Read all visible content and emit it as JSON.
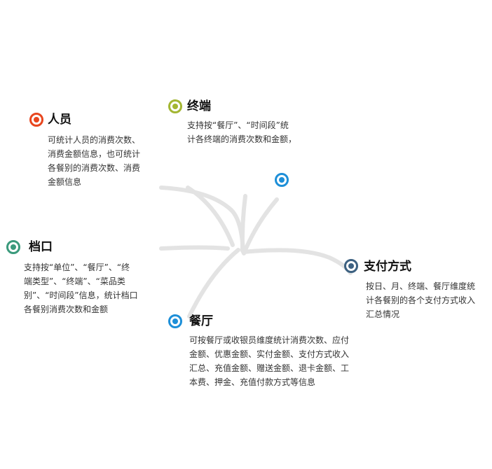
{
  "colors": {
    "curve": "#e3e3e3",
    "renyuan": "#e8461e",
    "zhongduan": "#a3b632",
    "dangkou": "#3b9a7c",
    "canting": "#1d8fd8",
    "zhifu": "#3d6181",
    "hub": "#1d8fd8"
  },
  "nodes": {
    "renyuan": {
      "icon": "target-circle-icon",
      "title": "人员",
      "lines": [
        "可统计人员的消费次数、",
        "消费金额信息，也可统计",
        "各餐别的消费次数、消费",
        "金额信息"
      ]
    },
    "zhongduan": {
      "icon": "target-circle-icon",
      "title": "终端",
      "lines": [
        "支持按“餐厅”、“时间段”统",
        "计各终端的消费次数和金额，"
      ]
    },
    "dangkou": {
      "icon": "target-circle-icon",
      "title": "档口",
      "lines": [
        "支持按“单位”、“餐厅”、“终",
        "端类型”、“终端”、“菜品类",
        "别”、“时间段”信息，统计档口",
        "各餐别消费次数和金额"
      ]
    },
    "canting": {
      "icon": "target-circle-icon",
      "title": "餐厅",
      "lines": [
        "可按餐厅或收银员维度统计消费次数、应付",
        "金额、优惠金额、实付金额、支付方式收入",
        "汇总、充值金额、赠送金额、退卡金额、工",
        "本费、押金、充值付款方式等信息"
      ]
    },
    "zhifu": {
      "icon": "target-circle-icon",
      "title": "支付方式",
      "lines": [
        "按日、月、终端、餐厅维度统",
        "计各餐别的各个支付方式收入",
        "汇总情况"
      ]
    }
  }
}
